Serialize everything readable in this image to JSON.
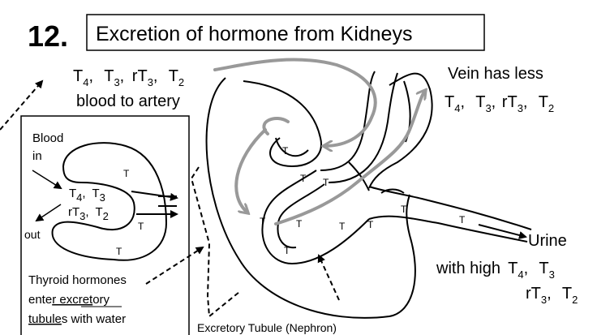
{
  "header": {
    "number": "12.",
    "title": "Excretion of hormone from Kidneys"
  },
  "hormones": {
    "T4": "T",
    "T4_sub": "4",
    "T3": "T",
    "T3_sub": "3",
    "rT3": "rT",
    "rT3_sub": "3",
    "T2": "T",
    "T2_sub": "2",
    "sep": ",",
    "T": "T"
  },
  "top_left": {
    "line2": "blood to artery"
  },
  "vein": {
    "line1": "Vein has less"
  },
  "inset": {
    "blood": "Blood",
    "in": "in",
    "out": "out",
    "note1": "Thyroid hormones",
    "note2_a": "ente",
    "note2_b": "r excret",
    "note2_c": "ory",
    "note3_a": "tubule",
    "note3_b": "s with water"
  },
  "urine": {
    "label": "Urine",
    "line1": "with high"
  },
  "caption": "Excretory Tubule (Nephron)",
  "colors": {
    "arrow_gray": "#999999",
    "stroke": "#000000"
  }
}
